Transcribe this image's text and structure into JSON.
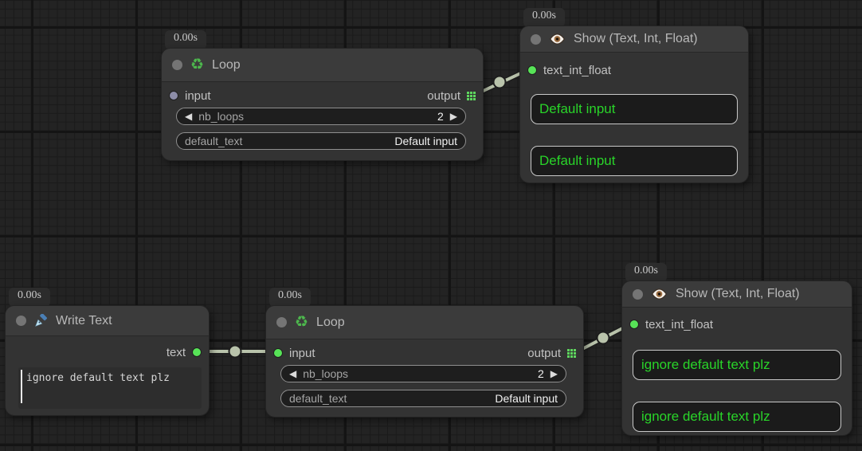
{
  "canvas": {
    "background": "#232323",
    "grid_minor_color": "#1a1a1a",
    "grid_major_color": "#141414"
  },
  "colors": {
    "node_body": "#333333",
    "node_header": "#3b3b3b",
    "accent_green": "#57e357",
    "display_text_green": "#29d429",
    "wire": "#b9c3ab",
    "disconnected_slot": "#8d8da8"
  },
  "glyphs": {
    "recycle": "♻",
    "arrow_left": "◀",
    "arrow_right": "▶"
  },
  "nodes": {
    "loop_top": {
      "timer_badge": "0.00s",
      "icon": "recycle-icon",
      "title": "Loop",
      "input_slot": "input",
      "output_slot": "output",
      "widgets": {
        "nb_loops": {
          "label": "nb_loops",
          "value": "2"
        },
        "default_text": {
          "label": "default_text",
          "value": "Default input"
        }
      }
    },
    "show_top": {
      "timer_badge": "0.00s",
      "icon": "eye-icon",
      "title": "Show (Text, Int, Float)",
      "input_slot": "text_int_float",
      "display_values": [
        "Default input",
        "Default input"
      ]
    },
    "write_text": {
      "timer_badge": "0.00s",
      "icon": "pen-icon",
      "title": "Write Text",
      "output_slot": "text",
      "text_value": "ignore default text plz"
    },
    "loop_bottom": {
      "timer_badge": "0.00s",
      "icon": "recycle-icon",
      "title": "Loop",
      "input_slot": "input",
      "output_slot": "output",
      "widgets": {
        "nb_loops": {
          "label": "nb_loops",
          "value": "2"
        },
        "default_text": {
          "label": "default_text",
          "value": "Default input"
        }
      }
    },
    "show_bottom": {
      "timer_badge": "0.00s",
      "icon": "eye-icon",
      "title": "Show (Text, Int, Float)",
      "input_slot": "text_int_float",
      "display_values": [
        "ignore default text plz",
        "ignore default text plz"
      ]
    }
  }
}
